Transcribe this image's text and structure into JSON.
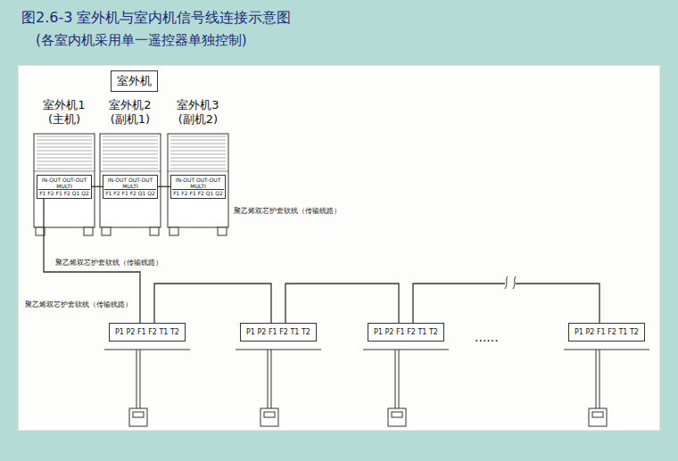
{
  "diagram": {
    "title": "图2.6-3 室外机与室内机信号线连接示意图",
    "nodes": [
      {
        "text": [
          "室外机"
        ]
      },
      {
        "text": [
          "室外机1",
          "(主机)"
        ]
      },
      {
        "text": [
          "室外机2",
          "(副机1)"
        ]
      },
      {
        "text": [
          "室外机3",
          "(副机2)"
        ]
      },
      {
        "text": [
          "IN-OUT OUT-OUT MULTI",
          "F1 F2 F1 F2 Q1 Q2"
        ],
        "in": 1
      },
      {
        "text": [
          "IN-OUT OUT-OUT MULTI",
          "F1 F2 F1 F2 Q1 Q2"
        ],
        "in": 2
      },
      {
        "text": [
          "IN-OUT OUT-OUT MULTI",
          "F1 F2 F1 F2 Q1 Q2"
        ],
        "in": 3
      },
      {
        "text": [
          "P1 P2 F1 F2 T1 T2"
        ]
      },
      {
        "text": [
          "P1 P2 F1 F2 T1 T2"
        ]
      },
      {
        "text": [
          "P1 P2 F1 F2 T1 T2"
        ]
      },
      {
        "text": [
          "P1 P2 F1 F2 T1 T2"
        ]
      }
    ],
    "edges": [
      {
        "from": 4,
        "to": 5,
        "arrow": "none"
      },
      {
        "from": 5,
        "to": 6,
        "arrow": "none"
      },
      {
        "from": 4,
        "to": 7,
        "arrow": "none"
      },
      {
        "from": 7,
        "to": 8,
        "arrow": "none"
      },
      {
        "from": 8,
        "to": 9,
        "arrow": "none"
      },
      {
        "from": 9,
        "to": 10,
        "arrow": "none"
      }
    ],
    "labels": [
      "(各室内机采用单一遥控器单独控制)",
      "聚乙烯双芯护套软线（传输线路）",
      "聚乙烯双芯护套软线（传输线路）",
      "聚乙烯双芯护套软线（传输线路）",
      "......"
    ]
  }
}
